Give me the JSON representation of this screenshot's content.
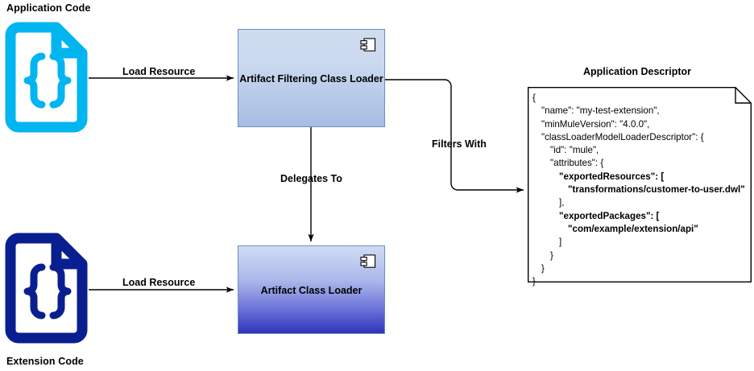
{
  "diagram": {
    "title_app_code": "Application Code",
    "title_ext_code": "Extension Code",
    "title_descriptor": "Application Descriptor"
  },
  "nodes": {
    "filtering_loader": {
      "label": "Artifact Filtering Class Loader",
      "icon": "uml-component-icon",
      "fill_top": "#cfdcf0",
      "fill_bottom": "#a7bde2",
      "stroke": "#6c8ebf"
    },
    "artifact_loader": {
      "label": "Artifact Class Loader",
      "icon": "uml-component-icon",
      "fill_top": "#d0dcf4",
      "fill_bottom": "#2f34b9",
      "stroke": "#6c8ebf"
    },
    "app_code_icon": {
      "name": "code-file-icon",
      "color": "#00b5f0"
    },
    "ext_code_icon": {
      "name": "code-file-icon",
      "color": "#0a1f8f"
    }
  },
  "edges": {
    "load_resource_top": "Load Resource",
    "load_resource_bottom": "Load Resource",
    "delegates_to": "Delegates To",
    "filters_with": "Filters With"
  },
  "descriptor": {
    "lines": [
      {
        "text": "{",
        "indent": 0,
        "bold": false
      },
      {
        "text": "\"name\": \"my-test-extension\",",
        "indent": 1,
        "bold": false
      },
      {
        "text": "\"minMuleVersion\": \"4.0.0\",",
        "indent": 1,
        "bold": false
      },
      {
        "text": "\"classLoaderModelLoaderDescriptor\": {",
        "indent": 1,
        "bold": false
      },
      {
        "text": "\"id\": \"mule\",",
        "indent": 2,
        "bold": false
      },
      {
        "text": "\"attributes\": {",
        "indent": 2,
        "bold": false
      },
      {
        "text": "\"exportedResources\": [",
        "indent": 3,
        "bold": true
      },
      {
        "text": "\"transformations/customer-to-user.dwl\"",
        "indent": 4,
        "bold": true
      },
      {
        "text": "],",
        "indent": 3,
        "bold": false
      },
      {
        "text": "\"exportedPackages\": [",
        "indent": 3,
        "bold": true
      },
      {
        "text": "\"com/example/extension/api\"",
        "indent": 4,
        "bold": true
      },
      {
        "text": "]",
        "indent": 3,
        "bold": false
      },
      {
        "text": "}",
        "indent": 2,
        "bold": false
      },
      {
        "text": "}",
        "indent": 1,
        "bold": false
      },
      {
        "text": "}",
        "indent": 0,
        "bold": false
      }
    ],
    "raw": "{\n  \"name\": \"my-test-extension\",\n  \"minMuleVersion\": \"4.0.0\",\n  \"classLoaderModelLoaderDescriptor\": {\n    \"id\": \"mule\",\n    \"attributes\": {\n      \"exportedResources\": [\n        \"transformations/customer-to-user.dwl\"\n      ],\n      \"exportedPackages\": [\n        \"com/example/extension/api\"\n      ]\n    }\n  }\n}"
  }
}
